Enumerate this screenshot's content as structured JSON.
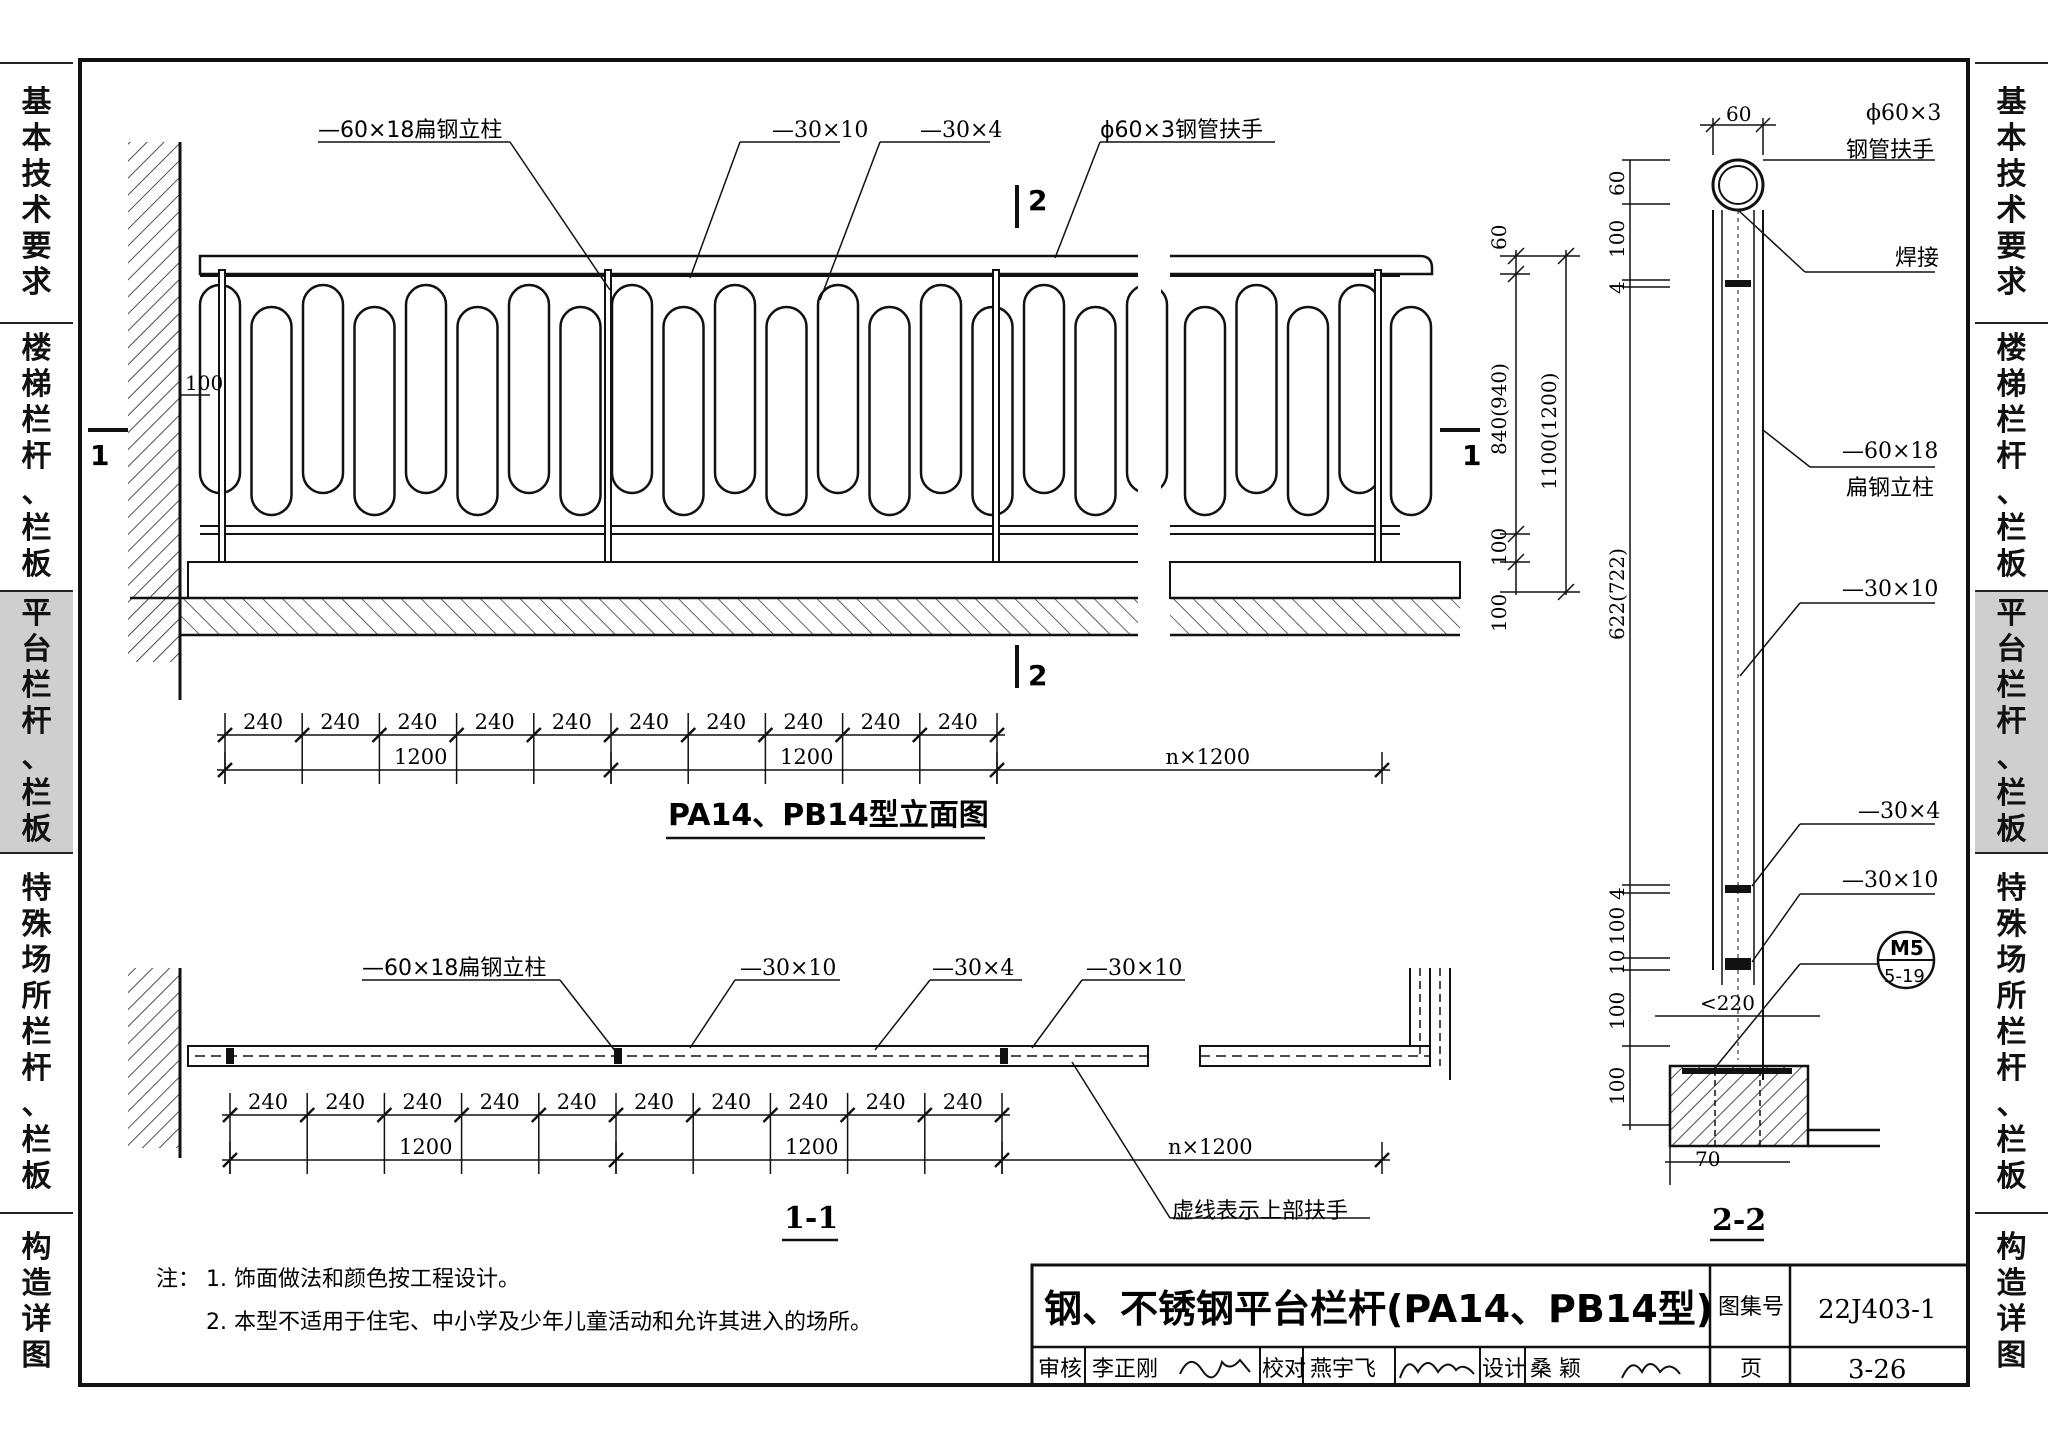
{
  "sidebar_tabs": [
    {
      "label": "基本技术要求",
      "active": false
    },
    {
      "label": "楼梯栏杆、栏板",
      "active": false
    },
    {
      "label": "平台栏杆、栏板",
      "active": true
    },
    {
      "label": "特殊场所栏杆、栏板",
      "active": false
    },
    {
      "label": "构造详图",
      "active": false
    }
  ],
  "elevation": {
    "title": "PA14、PB14型立面图",
    "label_post": "—60×18扁钢立柱",
    "label_bar10": "—30×10",
    "label_bar4": "—30×4",
    "label_handrail": "ϕ60×3钢管扶手",
    "dim_wall": "100",
    "section_mark_1": "1",
    "section_mark_2": "2",
    "spacings": [
      "240",
      "240",
      "240",
      "240",
      "240",
      "240",
      "240",
      "240",
      "240",
      "240"
    ],
    "modules": [
      "1200",
      "1200",
      "n×1200"
    ],
    "vert_dims": [
      "60",
      "840(940)",
      "1100(1200)",
      "100",
      "100"
    ]
  },
  "plan": {
    "title": "1-1",
    "label_post": "—60×18扁钢立柱",
    "label_bar10a": "—30×10",
    "label_bar4": "—30×4",
    "label_bar10b": "—30×10",
    "label_dashed": "虚线表示上部扶手",
    "spacings": [
      "240",
      "240",
      "240",
      "240",
      "240",
      "240",
      "240",
      "240",
      "240",
      "240"
    ],
    "modules": [
      "1200",
      "1200",
      "n×1200"
    ]
  },
  "section": {
    "title": "2-2",
    "dim_top": "60",
    "label_handrail_1": "ϕ60×3",
    "label_handrail_2": "钢管扶手",
    "label_weld": "焊接",
    "label_post_1": "—60×18",
    "label_post_2": "扁钢立柱",
    "label_bar10a": "—30×10",
    "label_bar4": "—30×4",
    "label_bar10b": "—30×10",
    "detail_ref_top": "M5",
    "detail_ref_bottom": "5-19",
    "vert_dims": [
      "60",
      "100",
      "4",
      "622(722)",
      "4",
      "100",
      "10",
      "100",
      "100"
    ],
    "dim_width_top": "<220",
    "dim_width_bottom": "70"
  },
  "notes": {
    "prefix": "注：",
    "items": [
      "1. 饰面做法和颜色按工程设计。",
      "2. 本型不适用于住宅、中小学及少年儿童活动和允许其进入的场所。"
    ]
  },
  "title_block": {
    "title": "钢、不锈钢平台栏杆(PA14、PB14型)",
    "atlas_label": "图集号",
    "atlas_no": "22J403-1",
    "review_label": "审核",
    "reviewer": "李正刚",
    "check_label": "校对",
    "checker": "燕宇飞",
    "design_label": "设计",
    "designer": "桑  颖",
    "page_label": "页",
    "page_no": "3-26"
  }
}
